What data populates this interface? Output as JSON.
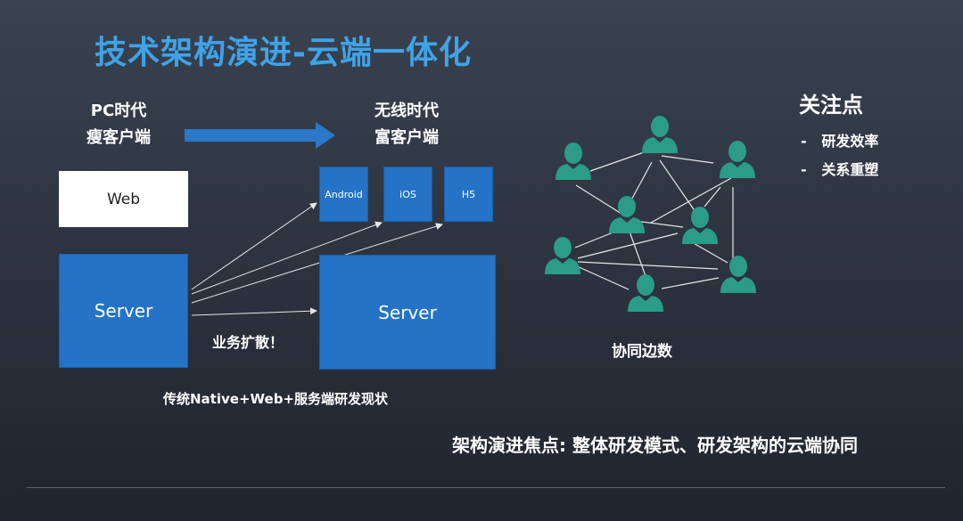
{
  "title": "技术架构演进-云端一体化",
  "pc_era": {
    "line1": "PC时代",
    "line2": "瘦客户端"
  },
  "wireless_era": {
    "line1": "无线时代",
    "line2": "富客户端"
  },
  "web_label": "Web",
  "clients": {
    "android": "Android",
    "ios": "iOS",
    "h5": "H5"
  },
  "server_left": "Server",
  "server_right": "Server",
  "business_expansion": "业务扩散！",
  "traditional_caption": "传统Native+Web+服务端研发现状",
  "collab_caption": "协同边数",
  "focus": {
    "title": "关注点",
    "items": [
      "研发效率",
      "关系重塑"
    ],
    "bullet": "-"
  },
  "summary": "架构演进焦点: 整体研发模式、研发架构的云端协同",
  "colors": {
    "title": "#3fa3e8",
    "box_blue": "#2473c6",
    "arrow_blue": "#2a78c8",
    "person_teal": "#2a9c88"
  }
}
